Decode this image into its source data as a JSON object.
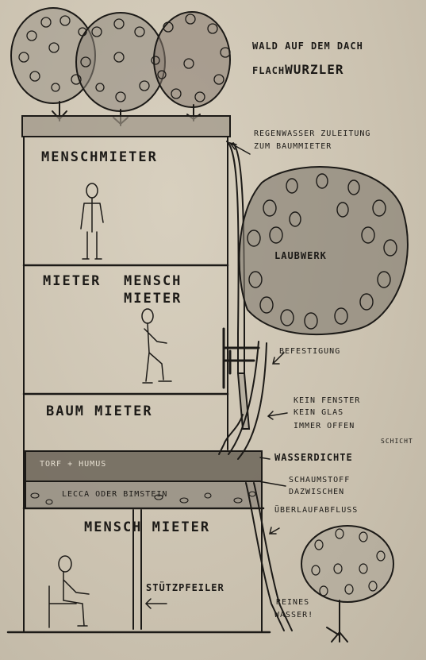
{
  "title": {
    "line1": "WALD AUF DEM DACH",
    "line2_prefix": "FLACH",
    "line2_emph": "WURZLER"
  },
  "floors": {
    "top": "MENSCHMIETER",
    "second_left": "MIETER",
    "second_right_1": "MENSCH",
    "second_right_2": "MIETER",
    "third": "BAUM MIETER",
    "bottom": "MENSCH MIETER"
  },
  "layers": {
    "upper": "TORF + HUMUS",
    "lower": "LECCA ODER BIMSTEIN"
  },
  "annotations": {
    "rainwater_1": "REGENWASSER ZULEITUNG",
    "rainwater_2": "ZUM BAUMMIETER",
    "foliage": "LAUBWERK",
    "mount": "BEFESTIGUNG",
    "window_1": "KEIN FENSTER",
    "window_2": "KEIN GLAS",
    "window_3": "IMMER OFFEN",
    "waterproof": "WASSERDICHTE",
    "layer_word": "SCHICHT",
    "foam_1": "SCHAUMSTOFF",
    "foam_2": "DAZWISCHEN",
    "overflow": "ÜBERLAUFABFLUSS",
    "pillar": "STÜTZPFEILER",
    "clean_water_1": "REINES",
    "clean_water_2": "WASSER!"
  },
  "colors": {
    "ink": "#1c1a17",
    "paper": "#cfc6b5",
    "wash": "#8c857a",
    "soil": "#6b6458"
  }
}
